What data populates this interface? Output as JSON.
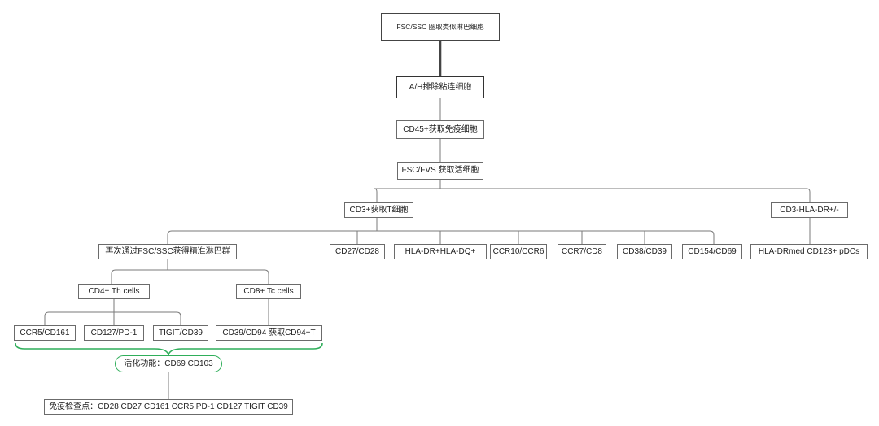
{
  "nodes": {
    "root": "FSC/SSC 圈取类似淋巴细胞",
    "ah": "A/H排除粘连细胞",
    "cd45": "CD45+获取免疫细胞",
    "fvs": "FSC/FVS 获取活细胞",
    "cd3pos": "CD3+获取T细胞",
    "cd3neg": "CD3-HLA-DR+/-",
    "refine": "再次通过FSC/SSC获得精准淋巴群",
    "cd27": "CD27/CD28",
    "hladr": "HLA-DR+HLA-DQ+",
    "ccr10": "CCR10/CCR6",
    "ccr7": "CCR7/CD8",
    "cd38": "CD38/CD39",
    "cd154": "CD154/CD69",
    "pdc": "HLA-DRmed CD123+ pDCs",
    "cd4": "CD4+ Th cells",
    "cd8": "CD8+ Tc cells",
    "ccr5": "CCR5/CD161",
    "cd127": "CD127/PD-1",
    "tigit": "TIGIT/CD39",
    "cd39": "CD39/CD94 获取CD94+T",
    "activation": "活化功能：CD69 CD103",
    "checkpoint": "免疫检查点：CD28 CD27 CD161 CCR5 PD-1 CD127 TIGIT CD39"
  },
  "colors": {
    "line": "#7a7a7a",
    "accent": "#2fae5a"
  }
}
